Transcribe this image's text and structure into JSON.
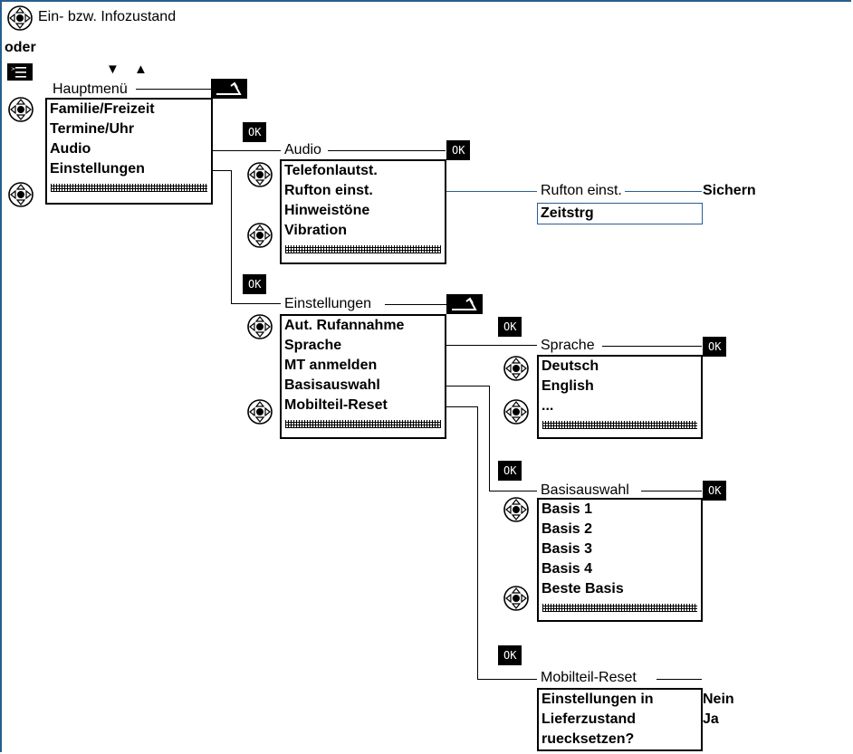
{
  "header": {
    "state_label": "Ein- bzw. Infozustand",
    "or_label": "oder",
    "arrows": "▼ ▲"
  },
  "softkeys": {
    "ok": "OK"
  },
  "icons": {
    "nav": "navigation-key-icon",
    "menu": "menu-key-icon",
    "back": "back-key-icon"
  },
  "hauptmenu": {
    "title": "Hauptmenü",
    "items": [
      "Familie/Freizeit",
      "Termine/Uhr",
      "Audio",
      "Einstellungen"
    ]
  },
  "audio": {
    "title": "Audio",
    "items": [
      "Telefonlautst.",
      "Rufton einst.",
      "Hinweistöne",
      "Vibration"
    ]
  },
  "rufton": {
    "title": "Rufton einst.",
    "save": "Sichern",
    "value": "Zeitstrg"
  },
  "einstellungen": {
    "title": "Einstellungen",
    "items": [
      "Aut. Rufannahme",
      "Sprache",
      "MT anmelden",
      "Basisauswahl",
      "Mobilteil-Reset"
    ]
  },
  "sprache": {
    "title": "Sprache",
    "items": [
      "Deutsch",
      "English",
      "..."
    ]
  },
  "basisauswahl": {
    "title": "Basisauswahl",
    "items": [
      "Basis 1",
      "Basis 2",
      "Basis 3",
      "Basis 4",
      "Beste Basis"
    ]
  },
  "mobilteil_reset": {
    "title": "Mobilteil-Reset",
    "lines": [
      "Einstellungen in",
      "Lieferzustand",
      "ruecksetzen?"
    ],
    "options": [
      "Nein",
      "Ja"
    ]
  }
}
